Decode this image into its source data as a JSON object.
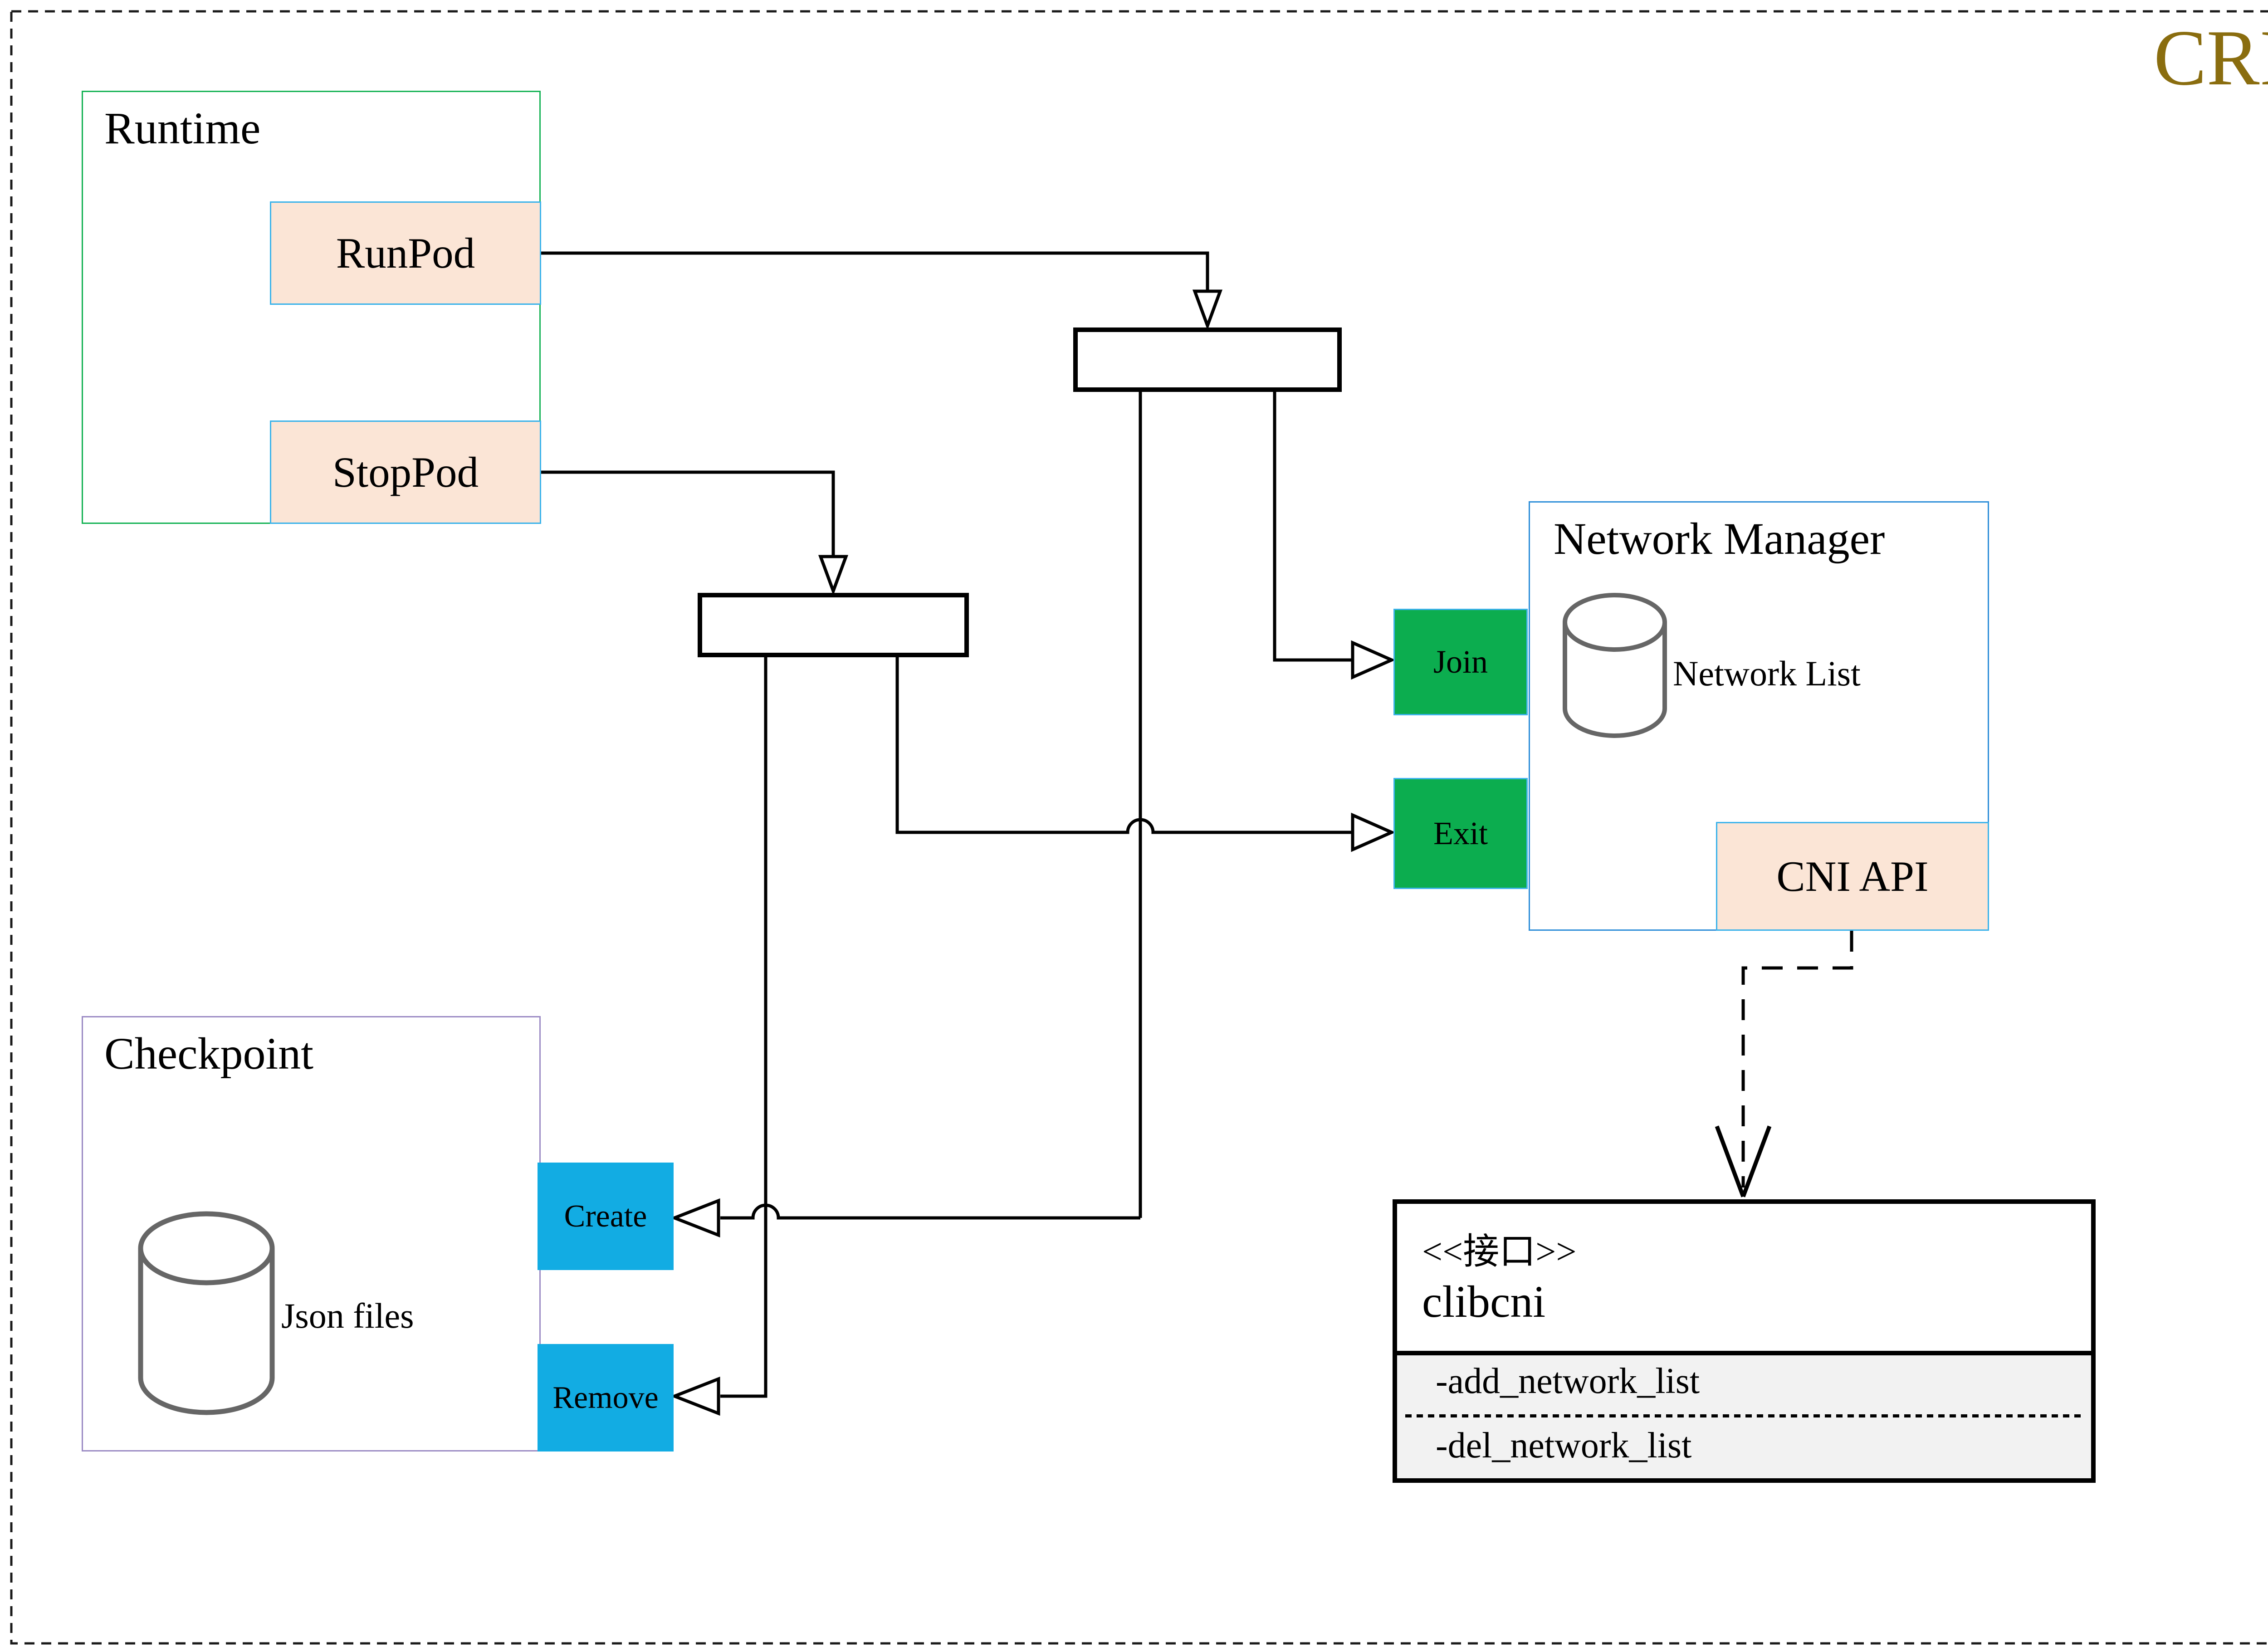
{
  "title": "CRI",
  "colors": {
    "accent_gold": "#8a6d0f",
    "runtime_border": "#17b356",
    "checkpoint_border": "#9b8bc4",
    "network_manager_border": "#2f8fd9",
    "action_border_blue": "#3cb3ea",
    "peach_fill": "#fbe5d6",
    "green_fill": "#0cad4f",
    "cyan_fill": "#12ace3",
    "methods_bg": "#f2f2f2",
    "line_color": "#000000",
    "cylinder_stroke": "#666666",
    "page_bg": "#ffffff"
  },
  "runtime": {
    "title": "Runtime",
    "run_pod": "RunPod",
    "stop_pod": "StopPod"
  },
  "network_manager": {
    "title": "Network Manager",
    "network_list": "Network List",
    "join": "Join",
    "exit": "Exit",
    "cni_api": "CNI API"
  },
  "checkpoint": {
    "title": "Checkpoint",
    "json_files": "Json files",
    "create": "Create",
    "remove": "Remove"
  },
  "clibcni": {
    "stereotype": "<<接口>>",
    "name": "clibcni",
    "method_add": "-add_network_list",
    "method_del": "-del_network_list"
  },
  "icons": {
    "network_list_icon": "database-cylinder",
    "json_files_icon": "database-cylinder"
  }
}
